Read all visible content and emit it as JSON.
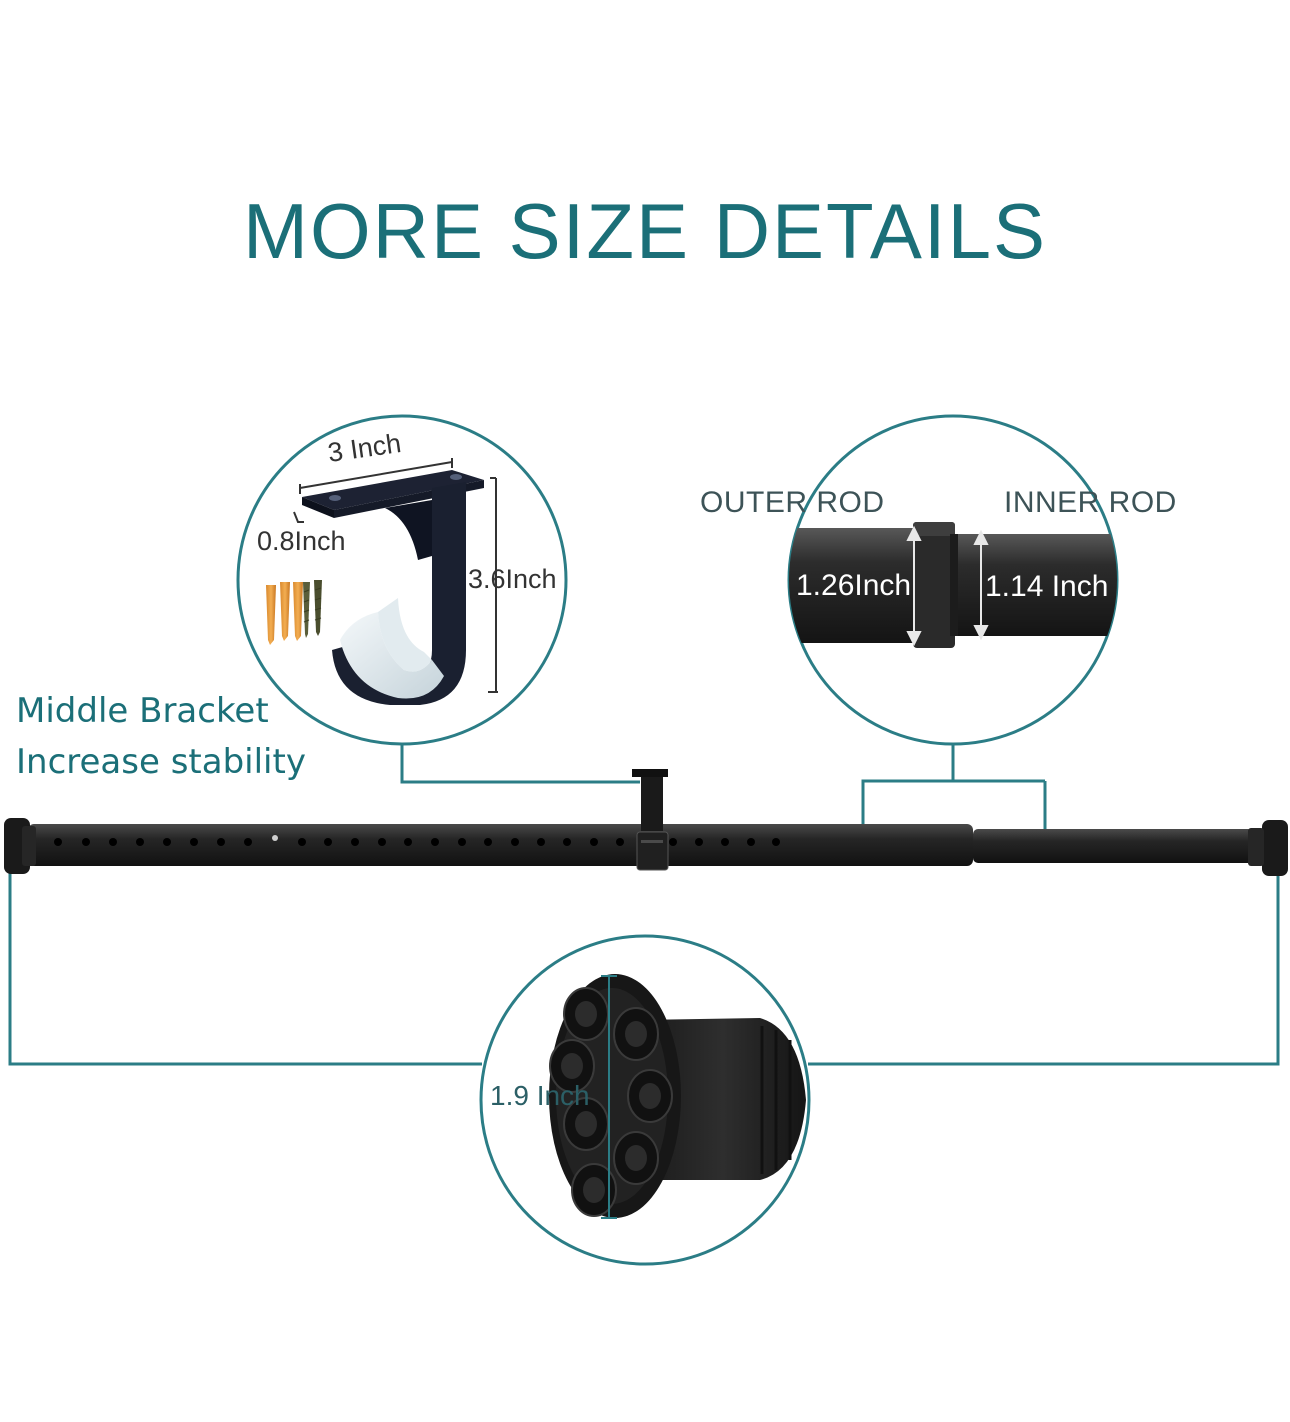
{
  "title": "MORE SIZE DETAILS",
  "colors": {
    "title": "#1b6f78",
    "accent_line": "#2b7d86",
    "product_black": "#1a1a1a",
    "label_gray": "#3d5357"
  },
  "side_label": {
    "line1": "Middle Bracket",
    "line2": "Increase stability"
  },
  "bracket_detail": {
    "width": "3 Inch",
    "depth": "0.8Inch",
    "height": "3.6Inch"
  },
  "rod_detail": {
    "outer_label": "OUTER ROD",
    "inner_label": "INNER ROD",
    "outer_diameter": "1.26Inch",
    "inner_diameter": "1.14 Inch"
  },
  "end_cap_detail": {
    "diameter": "1.9 Inch"
  },
  "icons": [
    "bracket-image",
    "screws-image",
    "rod-closeup-image",
    "end-cap-image",
    "tension-rod-image"
  ]
}
